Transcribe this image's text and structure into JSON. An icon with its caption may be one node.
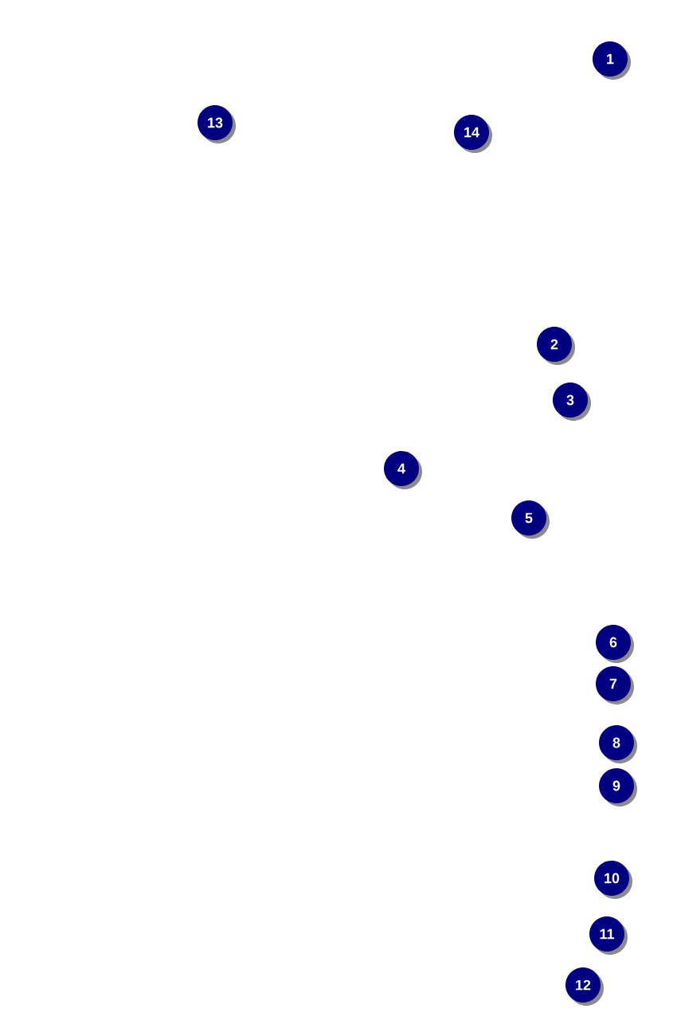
{
  "diagram": {
    "labels": [
      "1",
      "13",
      "14",
      "2",
      "3",
      "4",
      "5",
      "6",
      "7",
      "8",
      "9",
      "10",
      "11",
      "12"
    ]
  }
}
